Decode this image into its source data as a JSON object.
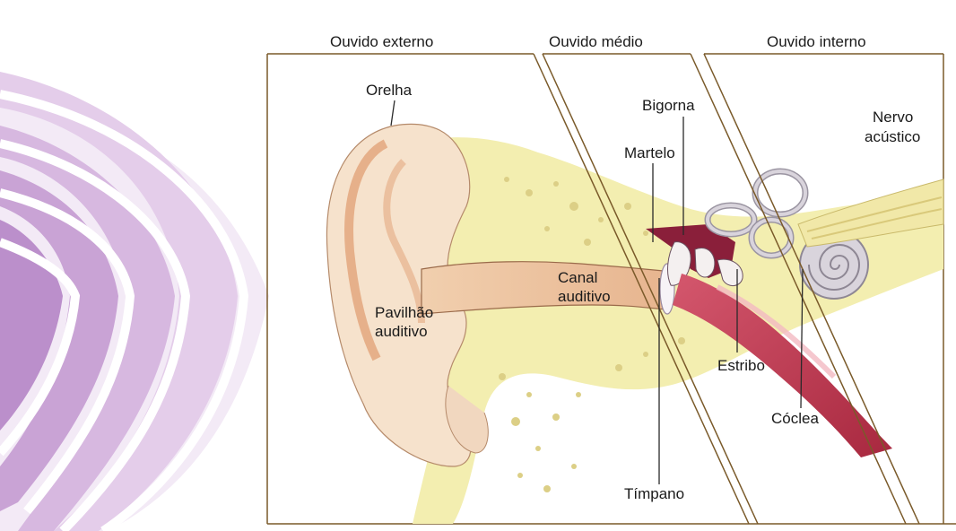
{
  "sections": {
    "outer": "Ouvido externo",
    "middle": "Ouvido médio",
    "inner": "Ouvido interno"
  },
  "labels": {
    "orelha": "Orelha",
    "pavilhao_line1": "Pavilhão",
    "pavilhao_line2": "auditivo",
    "canal_line1": "Canal",
    "canal_line2": "auditivo",
    "bigorna": "Bigorna",
    "martelo": "Martelo",
    "nervo_line1": "Nervo",
    "nervo_line2": "acústico",
    "estribo": "Estribo",
    "coclea": "Cóclea",
    "timpano": "Tímpano"
  },
  "colors": {
    "sound_wave": "#c9a6d4",
    "skin": "#f6e6d4",
    "skin_dark": "#e9b893",
    "bone": "#f3eeb0",
    "ossicles": "#8a1f3a",
    "canal": "#efcfb0",
    "cochlea": "#d9d4dc",
    "frame_line": "#7a5a2a"
  }
}
